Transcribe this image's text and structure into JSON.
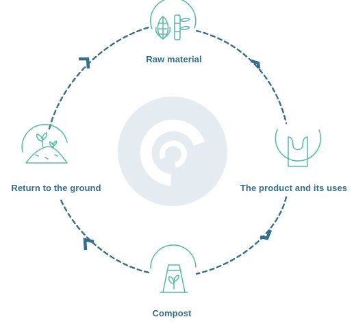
{
  "diagram": {
    "stages": [
      {
        "label": "Raw material",
        "icon": "corn-bamboo-icon"
      },
      {
        "label": "The product and its uses",
        "icon": "plastic-bag-icon"
      },
      {
        "label": "Compost",
        "icon": "compost-bin-icon"
      },
      {
        "label": "Return to the ground",
        "icon": "sprouting-soil-icon"
      }
    ],
    "center_icon": "cycle-logo-icon",
    "colors": {
      "teal": "#5bbcae",
      "dashes": "#356d8a",
      "center_disc": "#e4ecf2"
    }
  }
}
